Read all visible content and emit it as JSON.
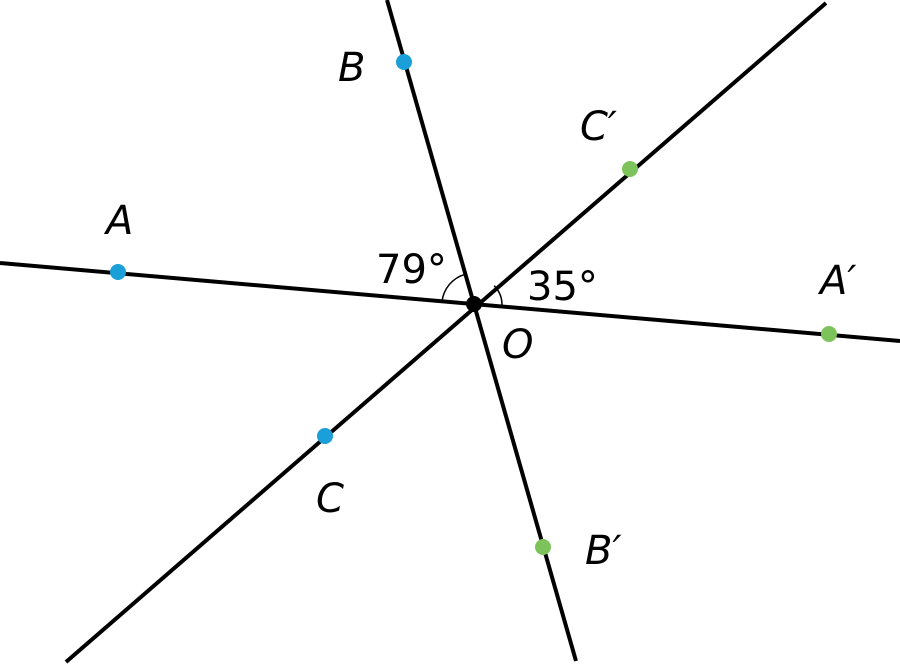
{
  "colors": {
    "line": "#000000",
    "original_point": "#1a9fd8",
    "image_point": "#7dc35b",
    "center_point": "#000000"
  },
  "center_label": "O",
  "points": {
    "A": "A",
    "B": "B",
    "C": "C",
    "A_prime": "A′",
    "B_prime": "B′",
    "C_prime": "C′"
  },
  "angles": {
    "AOB": "79°",
    "AprimeOCprime": "35°"
  }
}
